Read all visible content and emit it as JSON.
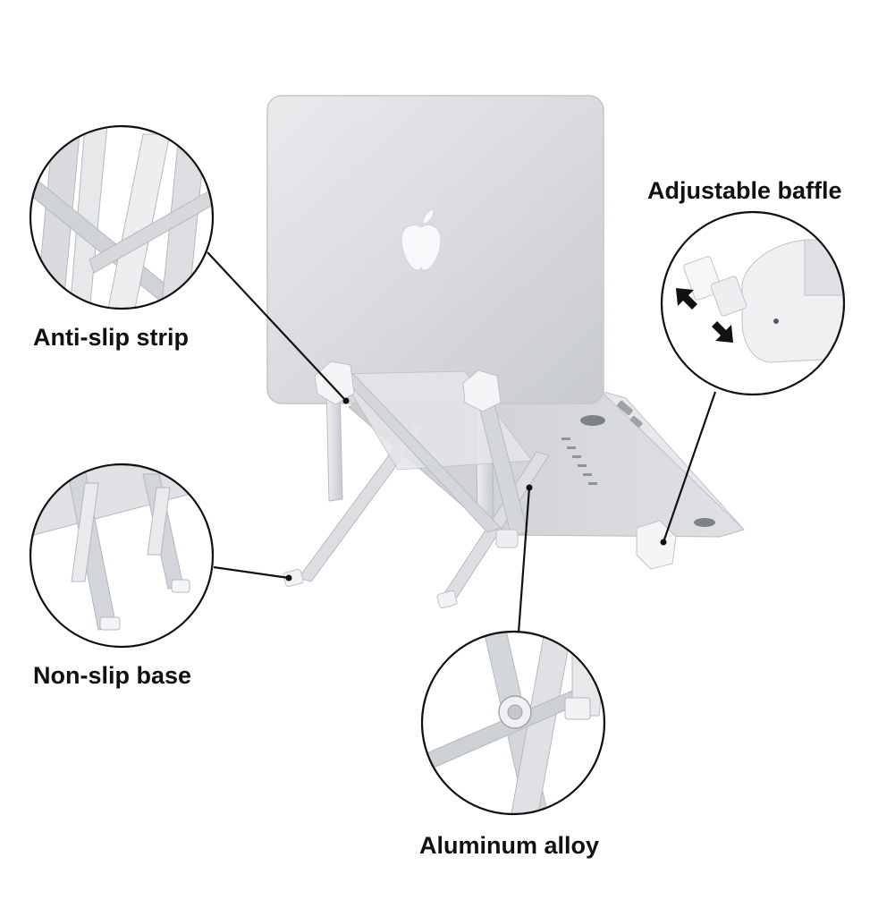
{
  "labels": {
    "anti_slip": "Anti-slip strip",
    "non_slip": "Non-slip base",
    "aluminum": "Aluminum alloy",
    "baffle": "Adjustable baffle"
  },
  "colors": {
    "background": "#ffffff",
    "text": "#111111",
    "silver": "#d6d8db",
    "silver_dark": "#aeb2b8",
    "white_part": "#f2f3f4",
    "leader_line": "#111111"
  },
  "icons": {
    "logo": "apple-logo-icon",
    "arrows": "double-arrow-icon"
  }
}
